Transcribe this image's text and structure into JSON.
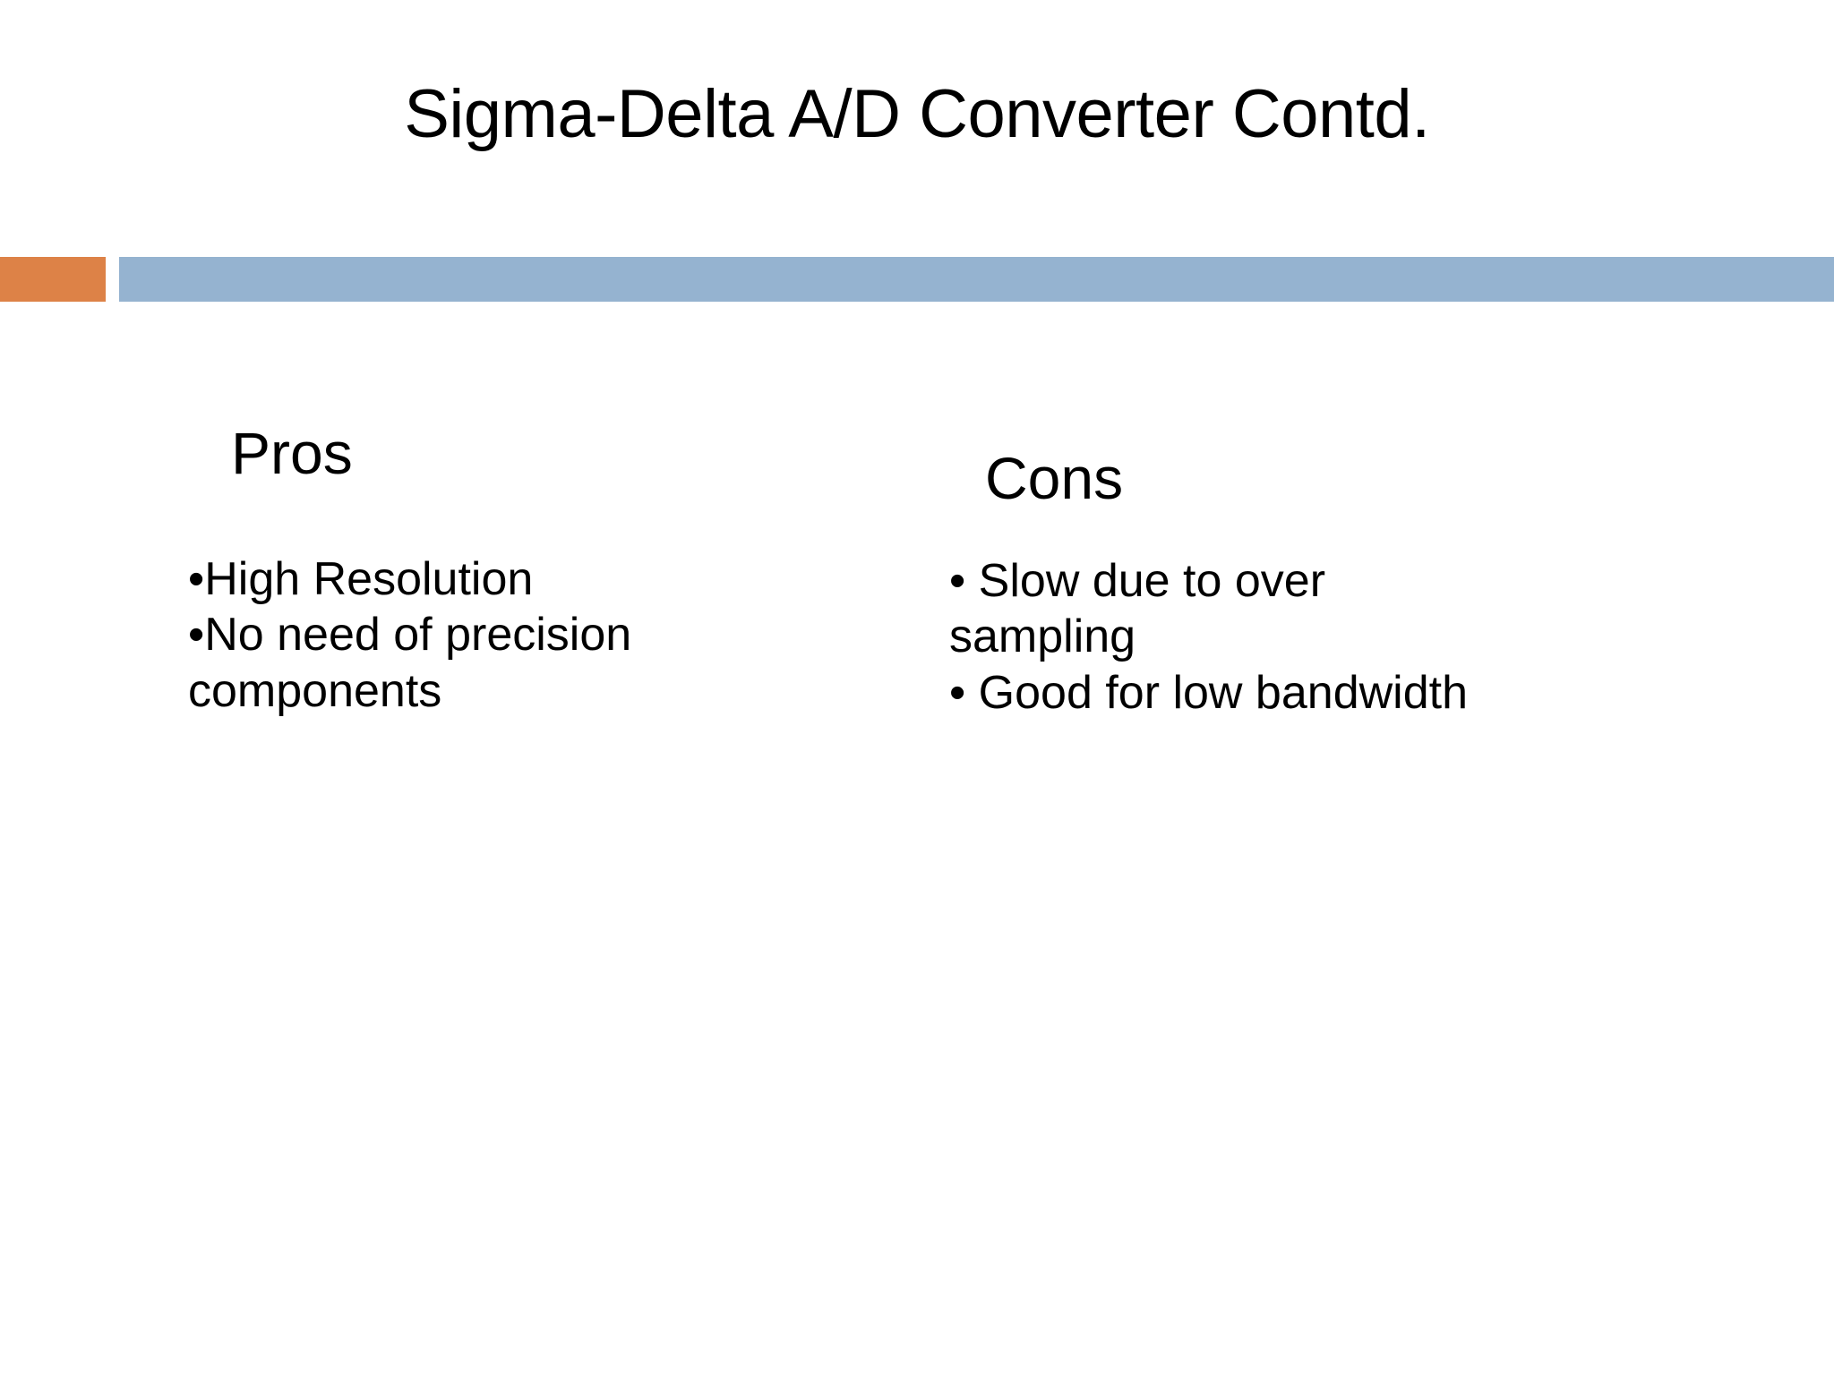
{
  "slide": {
    "title": "Sigma-Delta A/D Converter Contd.",
    "background_color": "#ffffff",
    "text_color": "#000000"
  },
  "divider": {
    "accent_color": "#dd8247",
    "bar_color": "#95b3d0"
  },
  "columns": [
    {
      "id": "pros",
      "heading": "Pros",
      "bullet_glyph": "•",
      "items": [
        "High Resolution",
        "No need of precision components"
      ]
    },
    {
      "id": "cons",
      "heading": "Cons",
      "bullet_glyph": "•",
      "items": [
        "Slow due to over sampling",
        "Good for low bandwidth"
      ]
    }
  ]
}
